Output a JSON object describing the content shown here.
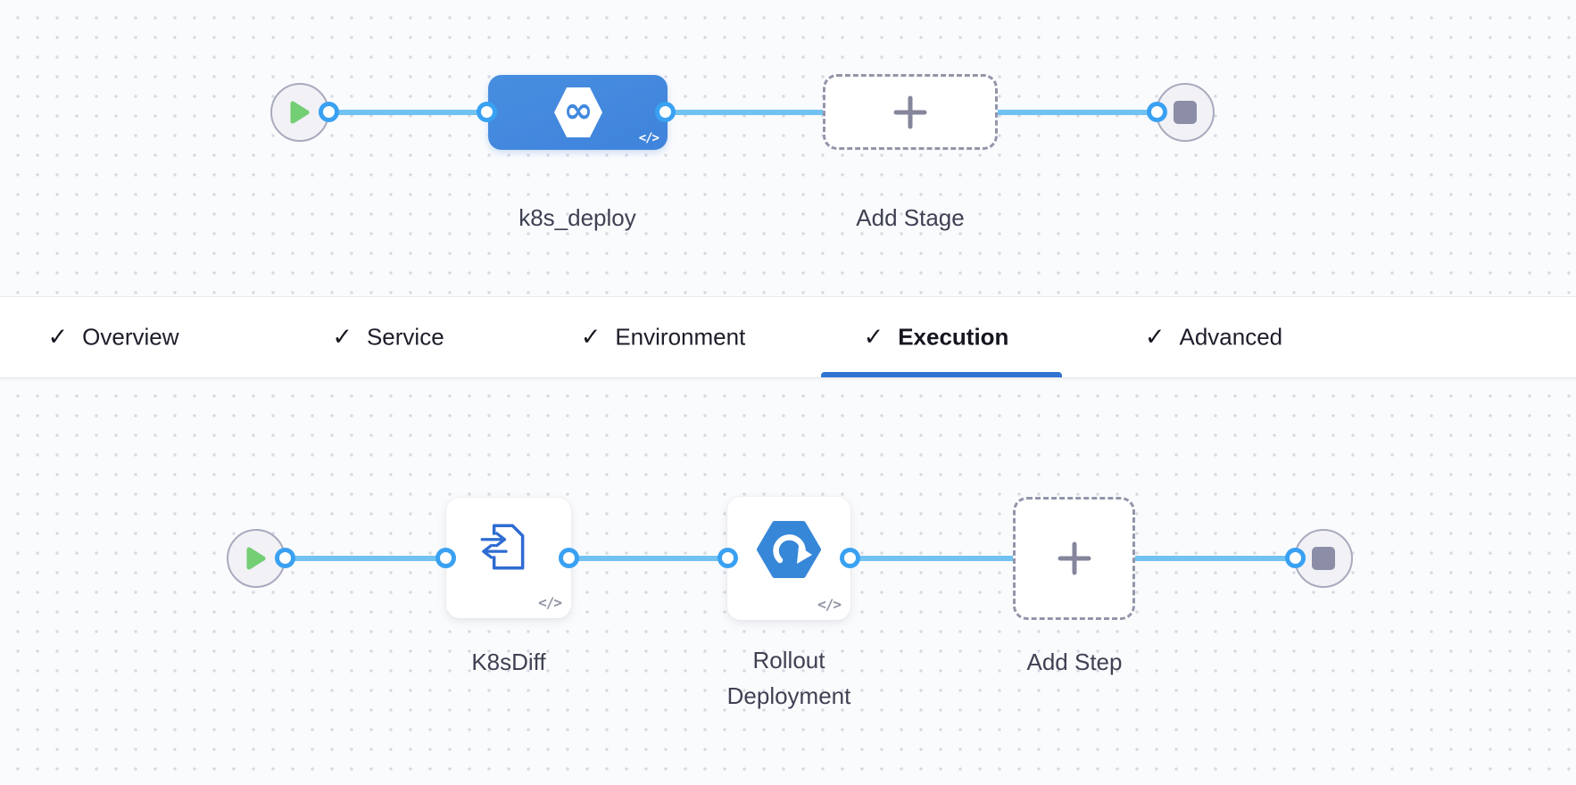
{
  "stage_pipeline": {
    "stage": {
      "name": "k8s_deploy"
    },
    "add_stage": {
      "label": "Add Stage"
    }
  },
  "tab_bar": {
    "tabs": [
      {
        "label": "Overview",
        "checked": true,
        "active": false
      },
      {
        "label": "Service",
        "checked": true,
        "active": false
      },
      {
        "label": "Environment",
        "checked": true,
        "active": false
      },
      {
        "label": "Execution",
        "checked": true,
        "active": true
      },
      {
        "label": "Advanced",
        "checked": true,
        "active": false
      }
    ]
  },
  "execution_pipeline": {
    "steps": [
      {
        "label": "K8sDiff"
      },
      {
        "label": "Rollout Deployment"
      }
    ],
    "add_step": {
      "label": "Add Step"
    }
  },
  "icons": {
    "check": "✓",
    "code": "</>",
    "infinity": "∞"
  },
  "colors": {
    "stage_blue": "#4289dd",
    "edge_blue": "#71c2f0",
    "port_blue": "#3aa1f2",
    "active_tab_underline": "#3173d1",
    "play_green": "#74ce74",
    "stop_gray": "#8b8ea6",
    "icon_blue": "#2e6cd1",
    "rollout_hex_blue": "#3787d8"
  }
}
